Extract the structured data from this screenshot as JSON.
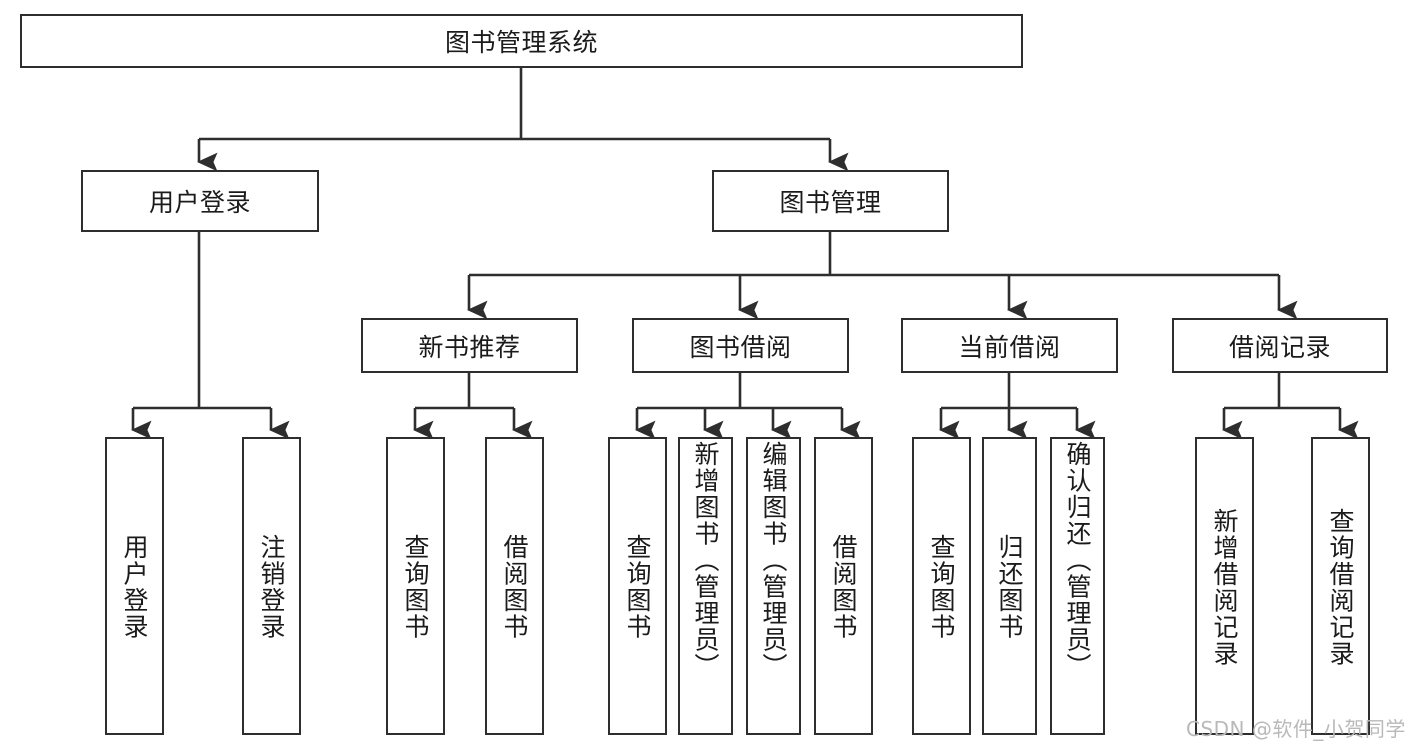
{
  "diagram": {
    "title": "图书管理系统",
    "type": "tree",
    "watermark": "CSDN @软件_小贺同学",
    "colors": {
      "box_border": "#2e2e2e",
      "box_fill": "#ffffff",
      "edge": "#2e2e2e",
      "text": "#1b1b1b",
      "watermark": "#b9b9b9"
    },
    "levels": {
      "root": {
        "label": "图书管理系统"
      },
      "level2": [
        {
          "label": "用户登录"
        },
        {
          "label": "图书管理"
        }
      ],
      "level3": [
        {
          "label": "新书推荐"
        },
        {
          "label": "图书借阅"
        },
        {
          "label": "当前借阅"
        },
        {
          "label": "借阅记录"
        }
      ],
      "leaves": [
        {
          "label": "用户登录",
          "parent": "用户登录",
          "orientation": "vertical",
          "align": "middle"
        },
        {
          "label": "注销登录",
          "parent": "用户登录",
          "orientation": "vertical",
          "align": "middle"
        },
        {
          "label": "查询图书",
          "parent": "新书推荐",
          "orientation": "vertical",
          "align": "middle"
        },
        {
          "label": "借阅图书",
          "parent": "新书推荐",
          "orientation": "vertical",
          "align": "middle"
        },
        {
          "label": "查询图书",
          "parent": "图书借阅",
          "orientation": "vertical",
          "align": "middle"
        },
        {
          "label": "新增图书（管理员）",
          "parent": "图书借阅",
          "orientation": "vertical",
          "align": "top"
        },
        {
          "label": "编辑图书（管理员）",
          "parent": "图书借阅",
          "orientation": "vertical",
          "align": "top"
        },
        {
          "label": "借阅图书",
          "parent": "图书借阅",
          "orientation": "vertical",
          "align": "middle"
        },
        {
          "label": "查询图书",
          "parent": "当前借阅",
          "orientation": "vertical",
          "align": "middle"
        },
        {
          "label": "归还图书",
          "parent": "当前借阅",
          "orientation": "vertical",
          "align": "middle"
        },
        {
          "label": "确认归还（管理员）",
          "parent": "当前借阅",
          "orientation": "vertical",
          "align": "top"
        },
        {
          "label": "新增借阅记录",
          "parent": "借阅记录",
          "orientation": "vertical",
          "align": "middle"
        },
        {
          "label": "查询借阅记录",
          "parent": "借阅记录",
          "orientation": "vertical",
          "align": "middle"
        }
      ]
    }
  }
}
